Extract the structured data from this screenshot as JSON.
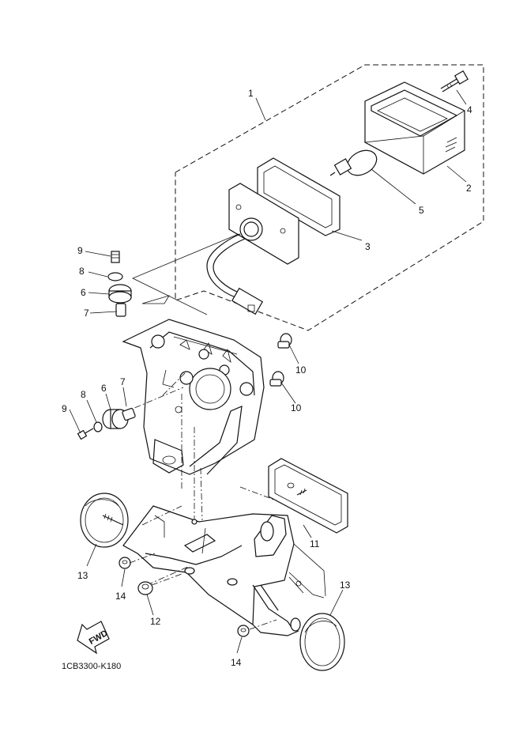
{
  "diagram": {
    "code": "1CB3300-K180",
    "fwd_label": "FWD",
    "callouts": {
      "c1": "1",
      "c2": "2",
      "c3": "3",
      "c4": "4",
      "c5": "5",
      "c6a": "6",
      "c6b": "6",
      "c7a": "7",
      "c7b": "7",
      "c8a": "8",
      "c8b": "8",
      "c9a": "9",
      "c9b": "9",
      "c10a": "10",
      "c10b": "10",
      "c11": "11",
      "c12": "12",
      "c13a": "13",
      "c13b": "13",
      "c14a": "14",
      "c14b": "14"
    }
  }
}
